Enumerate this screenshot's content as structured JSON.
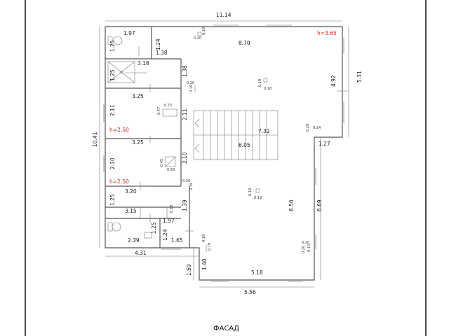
{
  "plan": {
    "caption": "ФАСАД",
    "heights": {
      "main": "h=3.65",
      "upper": "h=2.50",
      "lower": "h=2.50"
    },
    "overall": {
      "width_top": "11.14",
      "height_left": "10.41",
      "right_upper": "5.31",
      "right_lower": "6.69",
      "bottom_left": "4.31",
      "bottom_right": "5.56",
      "bottom_step": "1.59"
    },
    "rooms": {
      "r197a": "1.97",
      "r125a": "1.25",
      "r124a": "1.24",
      "r138a": "1.38",
      "r318": "3.18",
      "r125b": "1.25",
      "r138b": "1.38",
      "r325a": "3.25",
      "r211a": "2.11",
      "r211b": "2.11",
      "r325b": "3.25",
      "r210a": "2.10",
      "r210b": "2.10",
      "r320": "3.20",
      "r125c": "1.25",
      "r139": "1.39",
      "r315": "3.15",
      "r197b": "1.97",
      "r125d": "1.25",
      "r124b": "1.24",
      "r239": "2.39",
      "r165": "1.65",
      "r140": "1.40",
      "hall_w": "8.70",
      "hall_h": "4.92",
      "stair_a": "7.32",
      "stair_b": "6.05",
      "r127": "1.27",
      "lower_h": "6.50",
      "lower_w": "5.18"
    },
    "small": {
      "s1": "0.20",
      "s2": "0.19",
      "s3": "0.18",
      "s4": "0.18",
      "s5": "0.20",
      "s6": "0.19",
      "s7": "0.75",
      "s8": "0.47",
      "s9": "0.20",
      "s10": "0.14",
      "s11": "0.45",
      "s12": "0.56",
      "s13": "0.20",
      "s14": "0.19",
      "s15": "0.19",
      "s16": "0.19",
      "s17": "0.18",
      "s18": "0.19",
      "s19": "0.20",
      "s20": "0.19",
      "s21": "0.20",
      "s22": "0.14"
    }
  }
}
